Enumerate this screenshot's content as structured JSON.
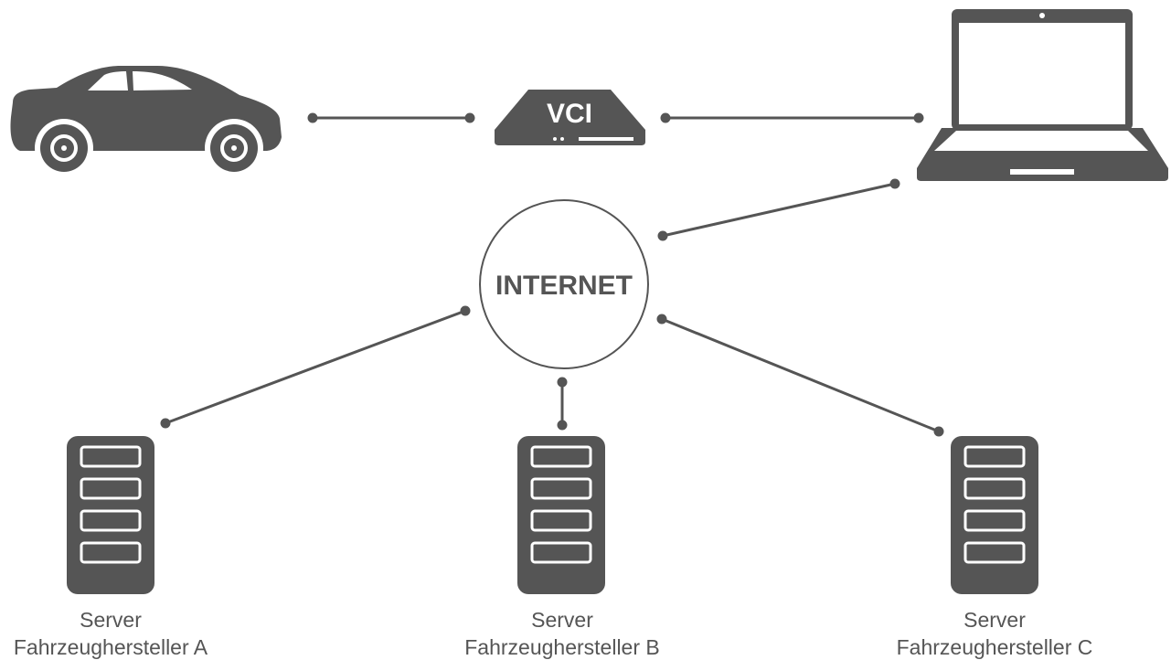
{
  "colors": {
    "icon": "#555555",
    "line": "#555555",
    "text": "#555555",
    "background": "#ffffff"
  },
  "nodes": {
    "car": {
      "icon": "car-icon"
    },
    "vci": {
      "icon": "vci-device-icon",
      "label": "VCI"
    },
    "laptop": {
      "icon": "laptop-icon"
    },
    "internet": {
      "icon": "globe-circle",
      "label": "INTERNET"
    },
    "servers": [
      {
        "icon": "server-icon",
        "line1": "Server",
        "line2": "Fahrzeughersteller A"
      },
      {
        "icon": "server-icon",
        "line1": "Server",
        "line2": "Fahrzeughersteller B"
      },
      {
        "icon": "server-icon",
        "line1": "Server",
        "line2": "Fahrzeughersteller C"
      }
    ]
  },
  "connections": [
    {
      "from": "car",
      "to": "vci"
    },
    {
      "from": "vci",
      "to": "laptop"
    },
    {
      "from": "laptop",
      "to": "internet"
    },
    {
      "from": "internet",
      "to": "server-a"
    },
    {
      "from": "internet",
      "to": "server-b"
    },
    {
      "from": "internet",
      "to": "server-c"
    }
  ]
}
